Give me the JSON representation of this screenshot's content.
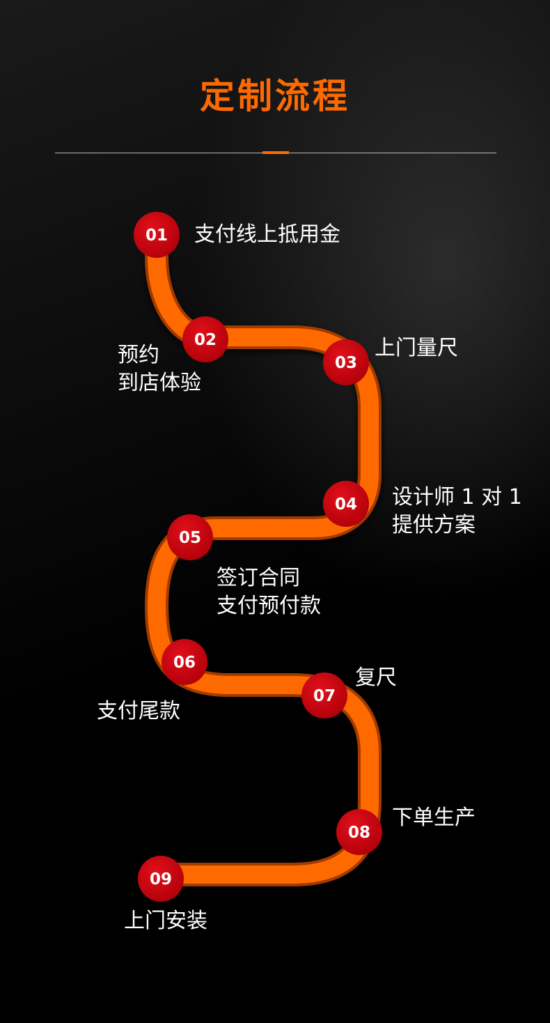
{
  "title": "定制流程",
  "colors": {
    "accent": "#ff6a00",
    "node": "#c8000b",
    "text": "#ffffff",
    "background": "#000000"
  },
  "steps": [
    {
      "num": "01",
      "lines": [
        "支付线上抵用金"
      ]
    },
    {
      "num": "02",
      "lines": [
        "预约",
        "到店体验"
      ]
    },
    {
      "num": "03",
      "lines": [
        "上门量尺"
      ]
    },
    {
      "num": "04",
      "lines": [
        "设计师 1 对 1",
        "提供方案"
      ]
    },
    {
      "num": "05",
      "lines": [
        "签订合同",
        "支付预付款"
      ]
    },
    {
      "num": "06",
      "lines": [
        "支付尾款"
      ]
    },
    {
      "num": "07",
      "lines": [
        "复尺"
      ]
    },
    {
      "num": "08",
      "lines": [
        "下单生产"
      ]
    },
    {
      "num": "09",
      "lines": [
        "上门安装"
      ]
    }
  ]
}
